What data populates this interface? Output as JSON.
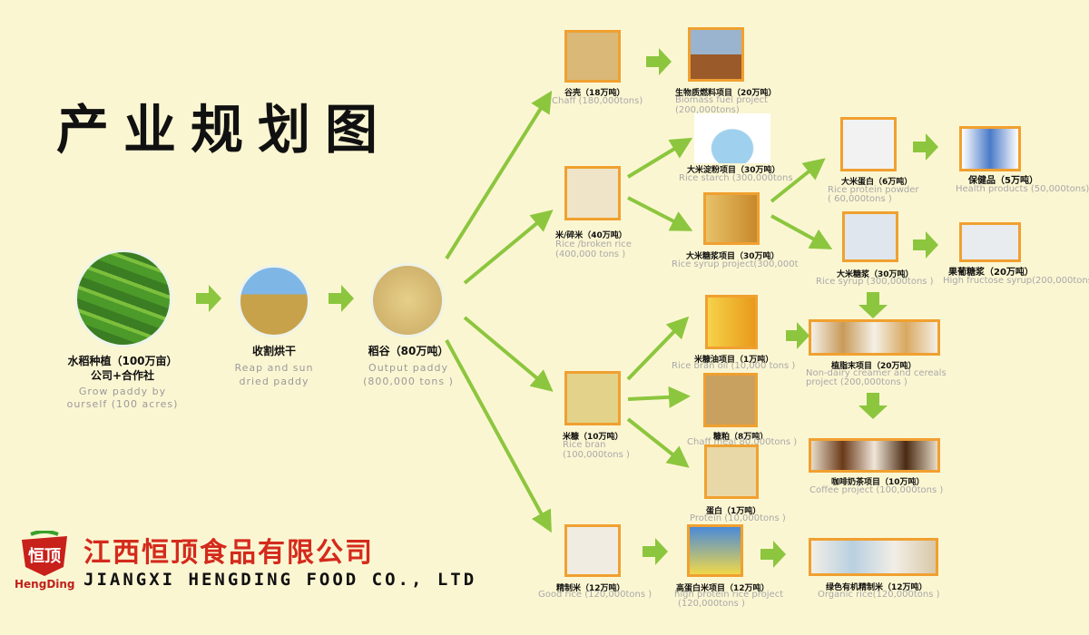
{
  "title": "产业规划图",
  "company": {
    "name_cn": "江西恒顶食品有限公司",
    "name_en": "JIANGXI HENGDING FOOD CO., LTD",
    "logo_text": "HengDing",
    "logo_glyph": "恒顶"
  },
  "colors": {
    "arrow": "#8cc63e",
    "border": "#f0a030",
    "background": "#fbf6d2",
    "company_red": "#d42a1c"
  },
  "stages": {
    "grow": {
      "cn1": "水稻种植（100万亩）",
      "cn2": "公司+合作社",
      "en1": "Grow paddy  by",
      "en2": "ourself (100 acres)"
    },
    "reap": {
      "cn": "收割烘干",
      "en1": "Reap and sun",
      "en2": "dried paddy"
    },
    "output": {
      "cn": "稻谷（80万吨）",
      "en1": "Output paddy",
      "en2": "(800,000 tons )"
    }
  },
  "nodes": {
    "chaff": {
      "cn": "谷壳（18万吨）",
      "en": "Chaff (180,000tons)"
    },
    "biomass": {
      "cn": "生物质燃料项目（20万吨）",
      "en1": "Biomass fuel project",
      "en2": "(200,000tons)"
    },
    "rice": {
      "cn": "米/碎米（40万吨）",
      "en1": "Rice /broken rice",
      "en2": "(400,000 tons )"
    },
    "starch": {
      "cn": "大米淀粉项目（30万吨）",
      "en": "Rice starch  (300,000tons"
    },
    "syrup_project": {
      "cn": "大米糖浆项目（30万吨）",
      "en": "Rice syrup project(300,000t"
    },
    "protein_powder": {
      "cn": "大米蛋白（6万吨）",
      "en1": "Rice protein powder",
      "en2": "( 60,000tons )"
    },
    "health": {
      "cn": "保健品（5万吨）",
      "en": "Health products (50,000tons)"
    },
    "rice_syrup": {
      "cn": "大米糖浆（30万吨）",
      "en": "Rice syrup (300,000tons )"
    },
    "hfcs": {
      "cn": "果葡糖浆（20万吨）",
      "en": "High fructose syrup(200,000tons"
    },
    "bran_oil": {
      "cn": "米糠油项目（1万吨）",
      "en": "Rice bran oil  (10,000 tons )"
    },
    "creamer": {
      "cn": "植脂末项目（20万吨）",
      "en1": "Non-dairy creamer and cereals",
      "en2": "project (200,000tons )"
    },
    "bran": {
      "cn": "米糠（10万吨）",
      "en1": "Rice bran",
      "en2": "(100,000tons )"
    },
    "meal": {
      "cn": "糠粕（8万吨）",
      "en": "Chaff meal 80,000tons )"
    },
    "coffee": {
      "cn": "咖啡奶茶项目（10万吨）",
      "en": "Coffee project (100,000tons )"
    },
    "protein": {
      "cn": "蛋白（1万吨）",
      "en": "Protein (10,000tons )"
    },
    "good_rice": {
      "cn": "精制米（12万吨）",
      "en": "Good rice (120,000tons )"
    },
    "high_protein": {
      "cn": "高蛋白米项目（12万吨）",
      "en1": "high protein  rice project",
      "en2": "(120,000tons )"
    },
    "organic": {
      "cn": "绿色有机精制米（12万吨）",
      "en": "Organic rice(120,000tons )"
    }
  }
}
